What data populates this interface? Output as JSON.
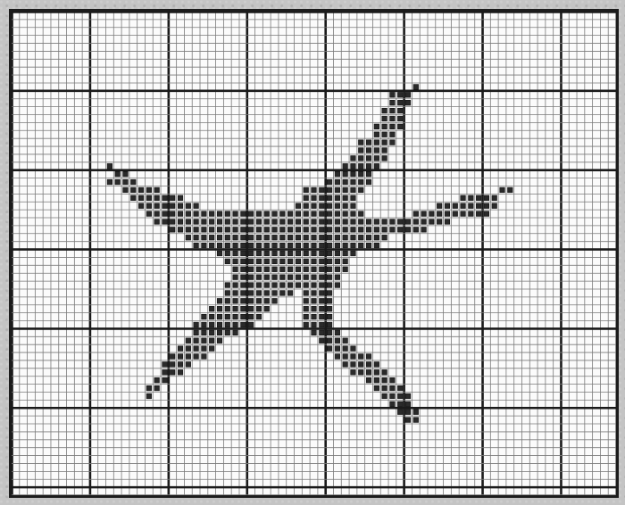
{
  "pattern": {
    "grid_columns": 77,
    "grid_rows": 61,
    "major_every": 10,
    "colors": {
      "paper": "#fbfbfb",
      "minor_line": "#7a7a7a",
      "major_line": "#1a1a1a",
      "stitch_fill": "#2a2a2a",
      "stitch_border": "#111111"
    },
    "stitch_rows": [
      [
        9,
        [
          51
        ]
      ],
      [
        10,
        [
          48,
          50
        ]
      ],
      [
        11,
        [
          48,
          50
        ]
      ],
      [
        12,
        [
          47,
          49
        ]
      ],
      [
        13,
        [
          47,
          49
        ]
      ],
      [
        14,
        [
          46,
          49
        ]
      ],
      [
        15,
        [
          46,
          48
        ]
      ],
      [
        16,
        [
          44,
          48
        ]
      ],
      [
        17,
        [
          44,
          47
        ]
      ],
      [
        18,
        [
          43,
          47
        ]
      ],
      [
        19,
        [
          12
        ],
        [
          42,
          46
        ]
      ],
      [
        20,
        [
          13,
          14
        ],
        [
          41,
          45
        ]
      ],
      [
        21,
        [
          12,
          15
        ],
        [
          40,
          45
        ]
      ],
      [
        22,
        [
          14,
          18
        ],
        [
          37,
          44
        ],
        [
          62,
          63
        ]
      ],
      [
        23,
        [
          15,
          21
        ],
        [
          37,
          43
        ],
        [
          57,
          61
        ]
      ],
      [
        24,
        [
          16,
          23
        ],
        [
          36,
          43
        ],
        [
          54,
          61
        ]
      ],
      [
        25,
        [
          17,
          44
        ],
        [
          51,
          60
        ]
      ],
      [
        26,
        [
          18,
          55
        ]
      ],
      [
        27,
        [
          20,
          52
        ]
      ],
      [
        28,
        [
          22,
          47
        ]
      ],
      [
        29,
        [
          23,
          46
        ]
      ],
      [
        30,
        [
          26,
          43
        ]
      ],
      [
        31,
        [
          27,
          42
        ]
      ],
      [
        32,
        [
          28,
          42
        ]
      ],
      [
        33,
        [
          28,
          41
        ]
      ],
      [
        34,
        [
          27,
          41
        ]
      ],
      [
        35,
        [
          27,
          35
        ],
        [
          37,
          40
        ]
      ],
      [
        36,
        [
          26,
          33
        ],
        [
          37,
          40
        ]
      ],
      [
        37,
        [
          25,
          32
        ],
        [
          37,
          40
        ]
      ],
      [
        38,
        [
          24,
          31
        ],
        [
          37,
          40
        ]
      ],
      [
        39,
        [
          23,
          30
        ],
        [
          37,
          40
        ]
      ],
      [
        40,
        [
          23,
          28
        ],
        [
          38,
          41
        ]
      ],
      [
        41,
        [
          22,
          26
        ],
        [
          39,
          42
        ]
      ],
      [
        42,
        [
          21,
          25
        ],
        [
          40,
          43
        ]
      ],
      [
        43,
        [
          20,
          24
        ],
        [
          41,
          45
        ]
      ],
      [
        44,
        [
          19,
          22
        ],
        [
          42,
          46
        ]
      ],
      [
        45,
        [
          19,
          21
        ],
        [
          43,
          47
        ]
      ],
      [
        46,
        [
          18,
          19
        ],
        [
          45,
          48
        ]
      ],
      [
        47,
        [
          17,
          18
        ],
        [
          46,
          49
        ]
      ],
      [
        48,
        [
          17
        ],
        [
          47,
          50
        ]
      ],
      [
        49,
        [
          48,
          50
        ]
      ],
      [
        50,
        [
          49,
          51
        ]
      ],
      [
        51,
        [
          50,
          51
        ]
      ]
    ]
  }
}
